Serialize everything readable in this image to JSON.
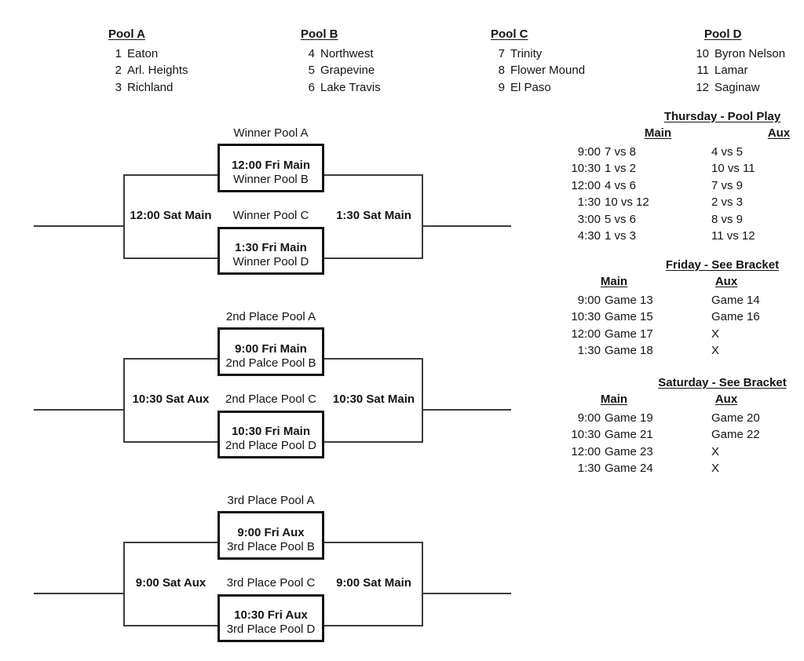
{
  "colors": {
    "text": "#141414",
    "line": "#3c3c3c",
    "box_border": "#121212",
    "background": "#ffffff"
  },
  "pools": [
    {
      "name": "Pool A",
      "teams": [
        {
          "num": "1",
          "name": "Eaton"
        },
        {
          "num": "2",
          "name": "Arl. Heights"
        },
        {
          "num": "3",
          "name": "Richland"
        }
      ]
    },
    {
      "name": "Pool B",
      "teams": [
        {
          "num": "4",
          "name": "Northwest"
        },
        {
          "num": "5",
          "name": "Grapevine"
        },
        {
          "num": "6",
          "name": "Lake Travis"
        }
      ]
    },
    {
      "name": "Pool C",
      "teams": [
        {
          "num": "7",
          "name": "Trinity"
        },
        {
          "num": "8",
          "name": "Flower Mound"
        },
        {
          "num": "9",
          "name": "El Paso"
        }
      ]
    },
    {
      "name": "Pool D",
      "teams": [
        {
          "num": "10",
          "name": "Byron Nelson"
        },
        {
          "num": "11",
          "name": "Lamar"
        },
        {
          "num": "12",
          "name": "Saginaw"
        }
      ]
    }
  ],
  "brackets": [
    {
      "top_seed": "Winner Pool A",
      "top_time": "12:00 Fri Main",
      "top_opponent": "Winner Pool B",
      "left_game": "12:00 Sat Main",
      "mid_seed": "Winner Pool C",
      "right_game": "1:30 Sat Main",
      "bottom_time": "1:30 Fri Main",
      "bottom_opponent": "Winner Pool D"
    },
    {
      "top_seed": "2nd Place Pool A",
      "top_time": "9:00 Fri Main",
      "top_opponent": "2nd Palce Pool B",
      "left_game": "10:30 Sat Aux",
      "mid_seed": "2nd Place Pool C",
      "right_game": "10:30 Sat Main",
      "bottom_time": "10:30 Fri Main",
      "bottom_opponent": "2nd Place Pool D"
    },
    {
      "top_seed": "3rd Place Pool A",
      "top_time": "9:00 Fri Aux",
      "top_opponent": "3rd Place Pool B",
      "left_game": "9:00 Sat Aux",
      "mid_seed": "3rd Place Pool C",
      "right_game": "9:00 Sat Main",
      "bottom_time": "10:30 Fri Aux",
      "bottom_opponent": "3rd Place Pool D"
    }
  ],
  "schedules": [
    {
      "title": "Thursday - Pool Play",
      "main_header": "Main",
      "aux_header": "Aux",
      "rows": [
        {
          "time": "9:00",
          "main": "7 vs 8",
          "aux": "4 vs 5"
        },
        {
          "time": "10:30",
          "main": "1 vs 2",
          "aux": "10 vs 11"
        },
        {
          "time": "12:00",
          "main": "4 vs 6",
          "aux": "7 vs 9"
        },
        {
          "time": "1:30",
          "main": "10 vs 12",
          "aux": "2 vs 3"
        },
        {
          "time": "3:00",
          "main": "5 vs 6",
          "aux": "8 vs 9"
        },
        {
          "time": "4:30",
          "main": "1 vs 3",
          "aux": "11 vs 12"
        }
      ]
    },
    {
      "title": "Friday - See Bracket",
      "main_header": "Main",
      "aux_header": "Aux",
      "rows": [
        {
          "time": "9:00",
          "main": "Game 13",
          "aux": "Game 14"
        },
        {
          "time": "10:30",
          "main": "Game 15",
          "aux": "Game 16"
        },
        {
          "time": "12:00",
          "main": "Game 17",
          "aux": "X"
        },
        {
          "time": "1:30",
          "main": "Game 18",
          "aux": "X"
        }
      ]
    },
    {
      "title": "Saturday - See Bracket",
      "main_header": "Main",
      "aux_header": "Aux",
      "rows": [
        {
          "time": "9:00",
          "main": "Game 19",
          "aux": "Game 20"
        },
        {
          "time": "10:30",
          "main": "Game 21",
          "aux": "Game 22"
        },
        {
          "time": "12:00",
          "main": "Game 23",
          "aux": "X"
        },
        {
          "time": "1:30",
          "main": "Game 24",
          "aux": "X"
        }
      ]
    }
  ]
}
